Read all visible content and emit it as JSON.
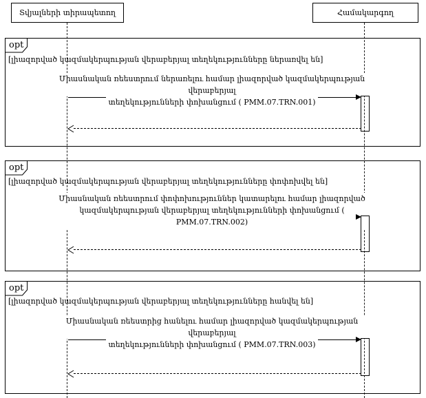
{
  "diagram_type": "uml-sequence-diagram",
  "colors": {
    "stroke": "#000000",
    "background": "#ffffff"
  },
  "actors": [
    {
      "id": "data-owner",
      "label": "Տվյալների տիրապետող"
    },
    {
      "id": "coordinator",
      "label": "Համակարգող"
    }
  ],
  "fragments": [
    {
      "operator": "opt",
      "guard": "[լիազորված կազմակերպության վերաբերյալ տեղեկությունները ներառվել են]",
      "message": {
        "line1": "Միասնական ռեեստրում ներառելու համար լիազորված կազմակերպության վերաբերյալ",
        "line2": "տեղեկությունների փոխանցում ( PMM.07.TRN.001)"
      }
    },
    {
      "operator": "opt",
      "guard": "[լիազորված կազմակերպության վերաբերյալ տեղեկությունները փոփոխվել են]",
      "message": {
        "line1": "Միասնական ռեեստրում փոփոխություններ կատարելու համար լիազորված",
        "line2": "կազմակերպության վերաբերյալ տեղեկությունների փոխանցում ( PMM.07.TRN.002)"
      }
    },
    {
      "operator": "opt",
      "guard": "[լիազորված կազմակերպության վերաբերյալ տեղեկությունները հանվել են]",
      "message": {
        "line1": "Միասնական ռեեստրից հանելու համար լիազորված կազմակերպության վերաբերյալ",
        "line2": "տեղեկությունների փոխանցում ( PMM.07.TRN.003)"
      }
    }
  ]
}
